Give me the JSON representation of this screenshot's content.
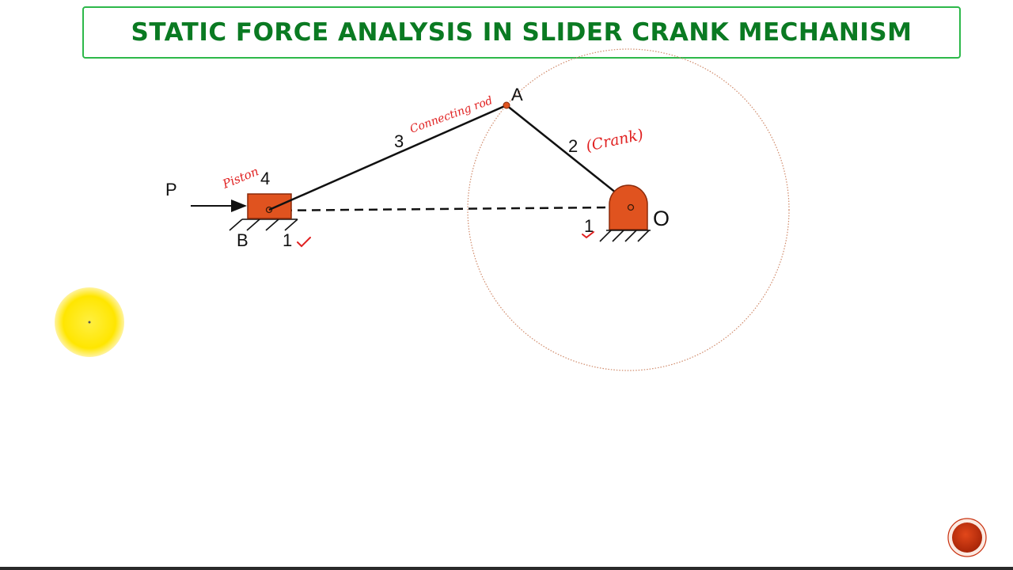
{
  "title": "STATIC FORCE ANALYSIS IN SLIDER CRANK MECHANISM",
  "labels": {
    "force": "P",
    "piston_number": "4",
    "slider_point": "B",
    "slider_ground": "1",
    "rod_number": "3",
    "crank_pin": "A",
    "crank_number": "2",
    "pivot": "O",
    "pivot_ground": "1"
  },
  "annotations": {
    "piston": "Piston",
    "connecting_rod": "Connecting rod",
    "crank": "(Crank)"
  },
  "colors": {
    "title_text": "#0a7a22",
    "title_border": "#2db84a",
    "body_fill": "#e0531f",
    "body_stroke": "#8a2a0a",
    "annotation": "#e02020",
    "circle_stroke": "#d08a6a",
    "pointer": "#ffe600",
    "nav_button": "#c9310f"
  },
  "icons": {
    "nav": "nav-circle-button-icon",
    "pointer": "laser-pointer-icon"
  }
}
